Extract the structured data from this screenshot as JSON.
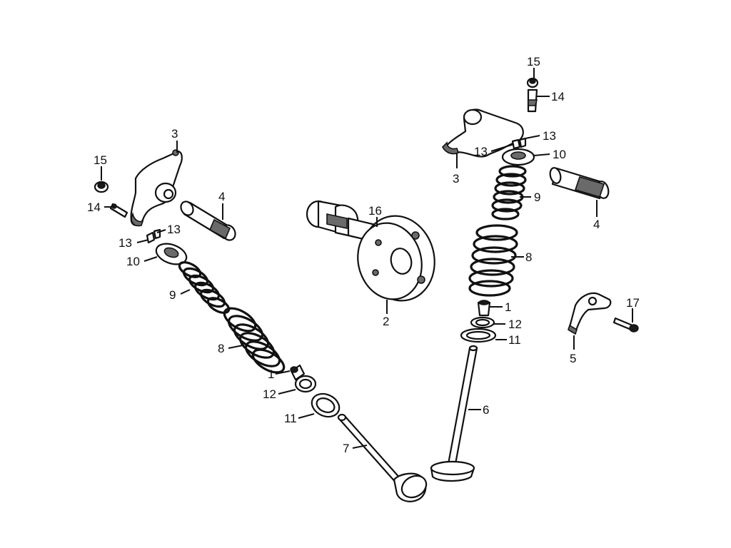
{
  "callouts": {
    "left_rocker_arm": "3",
    "left_rocker_shaft": "4",
    "left_cap_nut": "15",
    "left_adjust_screw": "14",
    "left_cotter_a": "13",
    "left_cotter_b": "13",
    "left_retainer": "10",
    "left_inner_spring": "9",
    "left_outer_spring": "8",
    "left_stem_seal": "1",
    "left_seat": "12",
    "left_washer": "11",
    "left_valve": "7",
    "camshaft": "16",
    "cam_sprocket_hub": "2",
    "right_cap_nut": "15",
    "right_adjust_screw": "14",
    "right_cotter_a": "13",
    "right_cotter_b": "13",
    "right_rocker_arm": "3",
    "right_retainer": "10",
    "right_inner_spring": "9",
    "right_rocker_shaft": "4",
    "right_outer_spring": "8",
    "right_stem_seal": "1",
    "right_seat": "12",
    "right_washer": "11",
    "right_valve": "6",
    "shaft_stopper_plate": "5",
    "stopper_bolt": "17"
  }
}
